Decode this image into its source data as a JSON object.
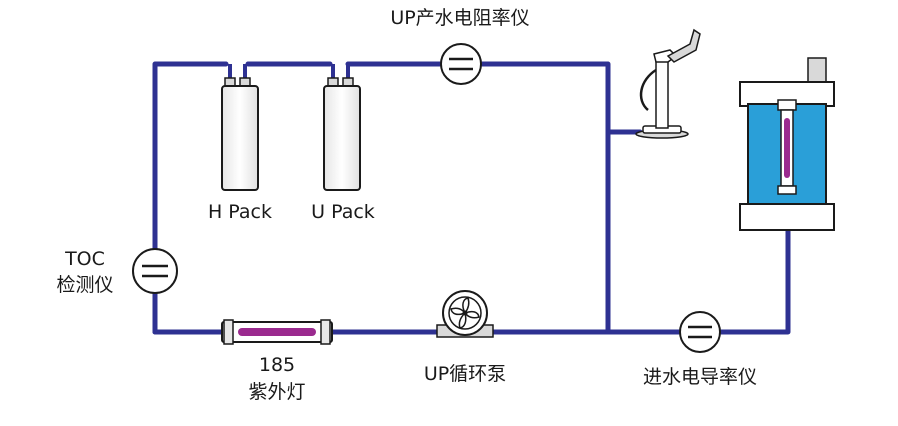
{
  "labels": {
    "up_resistivity_meter": "UP产水电阻率仪",
    "h_pack": "H Pack",
    "u_pack": "U Pack",
    "toc_line1": "TOC",
    "toc_line2": "检测仪",
    "uv_line1": "185",
    "uv_line2": "紫外灯",
    "up_pump": "UP循环泵",
    "inlet_conductivity_meter": "进水电导率仪"
  },
  "colors": {
    "pipe": "#2e3192",
    "outline": "#1a1a1a",
    "tank_water": "#2a9fd8",
    "uv_lamp": "#9b2a8f",
    "gray_fill": "#d9d9d9",
    "text": "#1a1a1a"
  },
  "icons": {
    "meter": "double-line-circle-icon",
    "pump": "fan-pump-icon",
    "dispenser": "water-dispenser-icon",
    "tank": "water-tank-icon"
  }
}
